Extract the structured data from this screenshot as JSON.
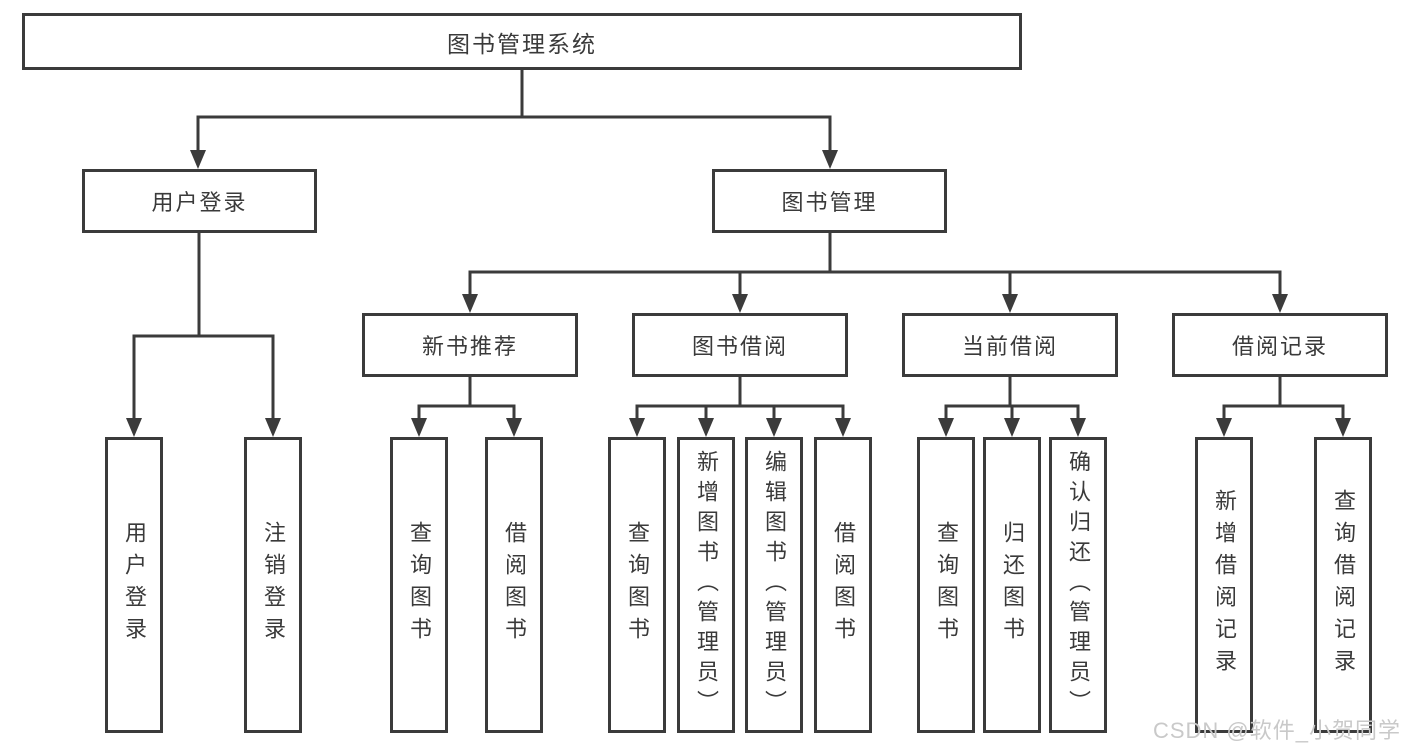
{
  "colors": {
    "line": "#3b3b3b",
    "text": "#3a3a3a",
    "background": "#ffffff",
    "watermark": "#c9c9c9"
  },
  "watermark": "CSDN @软件_小贺同学",
  "tree": {
    "root": {
      "label": "图书管理系统"
    },
    "children": [
      {
        "label": "用户登录",
        "leaves": [
          "用户登录",
          "注销登录"
        ]
      },
      {
        "label": "图书管理",
        "children": [
          {
            "label": "新书推荐",
            "leaves": [
              "查询图书",
              "借阅图书"
            ]
          },
          {
            "label": "图书借阅",
            "leaves": [
              "查询图书",
              "新增图书（管理员）",
              "编辑图书（管理员）",
              "借阅图书"
            ]
          },
          {
            "label": "当前借阅",
            "leaves": [
              "查询图书",
              "归还图书",
              "确认归还（管理员）"
            ]
          },
          {
            "label": "借阅记录",
            "leaves": [
              "新增借阅记录",
              "查询借阅记录"
            ]
          }
        ]
      }
    ]
  }
}
